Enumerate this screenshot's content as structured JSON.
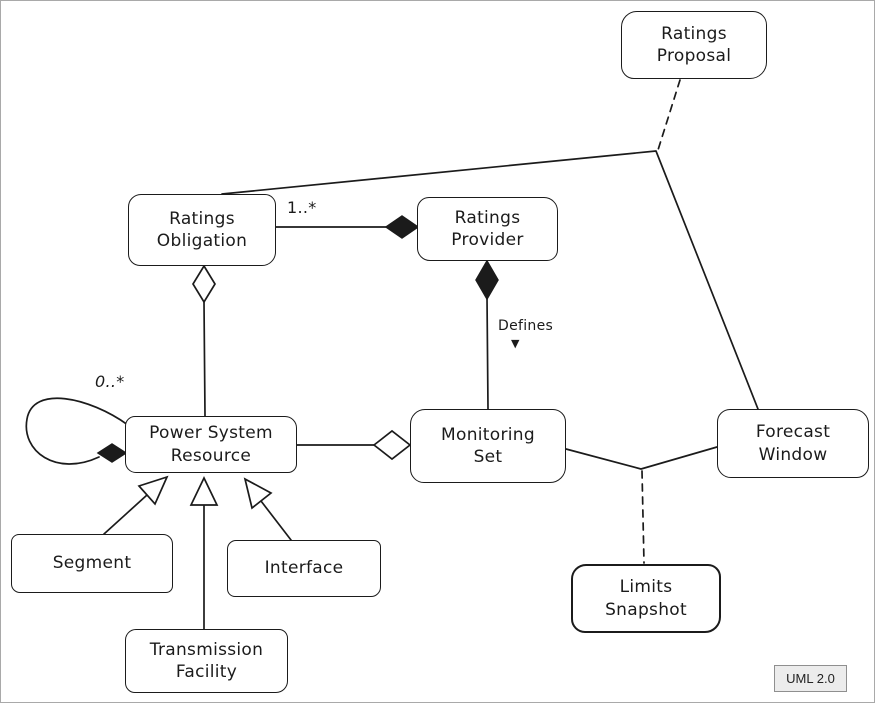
{
  "diagram": {
    "type": "uml-class-diagram",
    "badge": {
      "label": "UML 2.0"
    },
    "colors": {
      "stroke": "#1b1b1b",
      "background": "#ffffff",
      "badge_background": "#ececec",
      "badge_border": "#8f8f8f"
    },
    "nodes": {
      "ratings_proposal": {
        "label": "Ratings\nProposal"
      },
      "ratings_obligation": {
        "label": "Ratings\nObligation"
      },
      "ratings_provider": {
        "label": "Ratings\nProvider"
      },
      "power_system_resource": {
        "label": "Power System\nResource"
      },
      "monitoring_set": {
        "label": "Monitoring\nSet"
      },
      "forecast_window": {
        "label": "Forecast\nWindow"
      },
      "segment": {
        "label": "Segment"
      },
      "interface": {
        "label": "Interface"
      },
      "transmission_facility": {
        "label": "Transmission\nFacility"
      },
      "limits_snapshot": {
        "label": "Limits\nSnapshot"
      }
    },
    "edge_labels": {
      "obligation_provider_multiplicity": "1..*",
      "psr_self_multiplicity": "0..*",
      "defines": "Defines",
      "defines_direction": "▼"
    },
    "relationships": [
      {
        "from": "Ratings Obligation",
        "to": "Ratings Provider",
        "type": "composition",
        "diamond_at": "Ratings Provider",
        "multiplicity": "1..*"
      },
      {
        "from": "Ratings Provider",
        "to": "Monitoring Set",
        "type": "composition",
        "diamond_at": "Ratings Provider",
        "label": "Defines"
      },
      {
        "from": "Ratings Obligation",
        "to": "Power System Resource",
        "type": "aggregation",
        "diamond_at": "Ratings Obligation"
      },
      {
        "from": "Monitoring Set",
        "to": "Power System Resource",
        "type": "aggregation",
        "diamond_at": "Monitoring Set"
      },
      {
        "from": "Power System Resource",
        "to": "Power System Resource",
        "type": "composition",
        "multiplicity": "0..*"
      },
      {
        "from": "Segment",
        "to": "Power System Resource",
        "type": "generalization"
      },
      {
        "from": "Interface",
        "to": "Power System Resource",
        "type": "generalization"
      },
      {
        "from": "Transmission Facility",
        "to": "Power System Resource",
        "type": "generalization"
      },
      {
        "from": "Ratings Obligation",
        "to": "Forecast Window",
        "type": "association",
        "association_class": "Ratings Proposal"
      },
      {
        "from": "Monitoring Set",
        "to": "Forecast Window",
        "type": "association",
        "association_class": "Limits Snapshot"
      }
    ]
  }
}
